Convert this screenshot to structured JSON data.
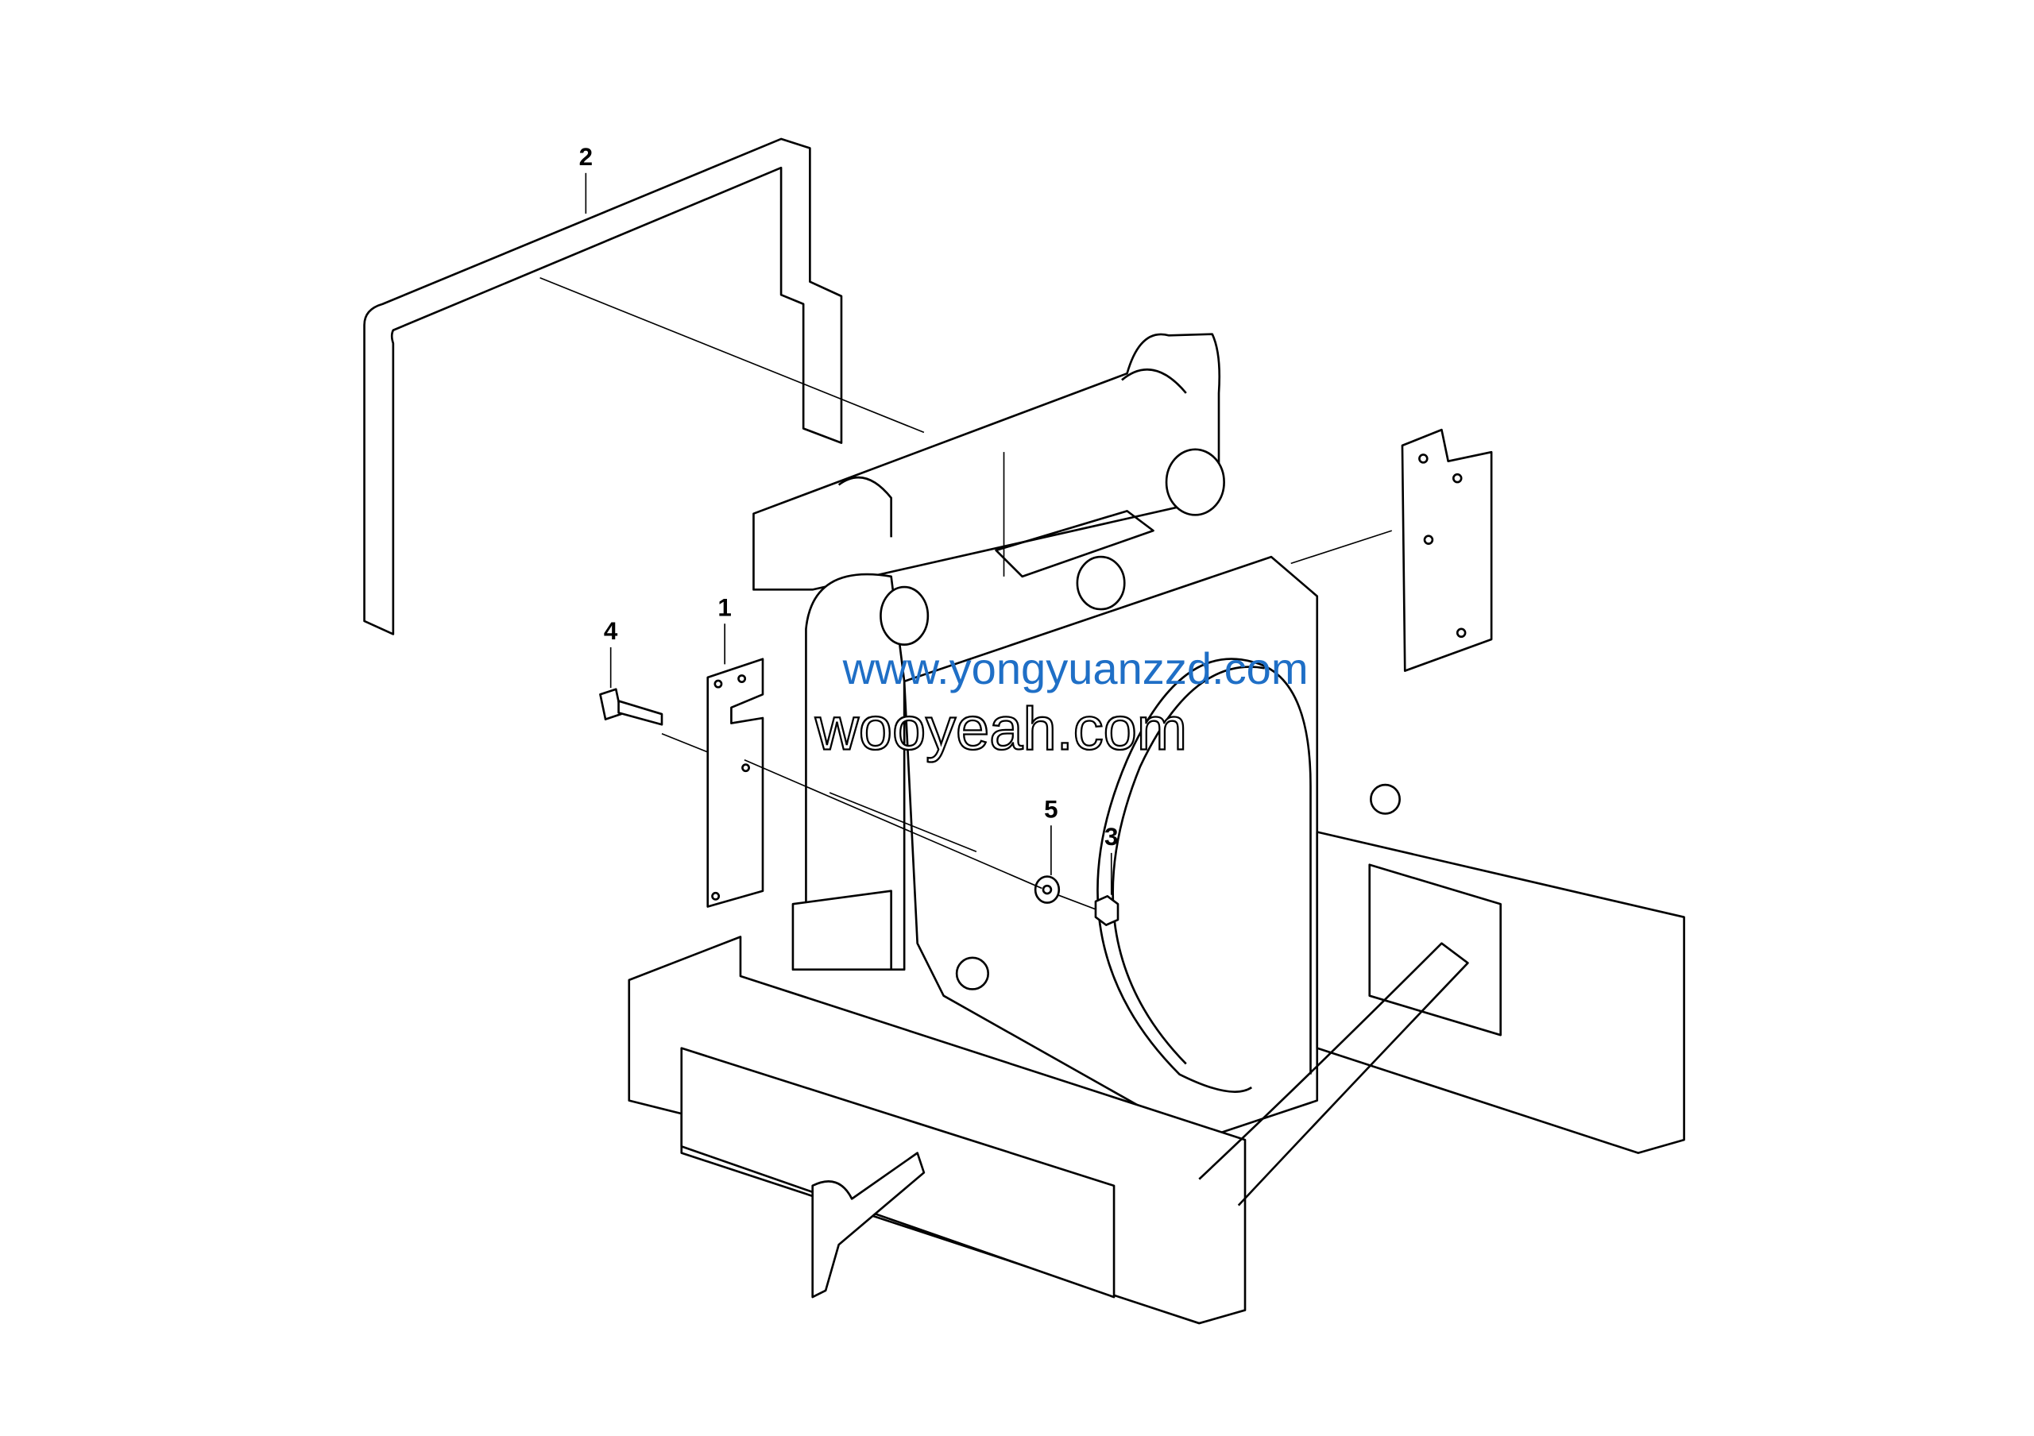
{
  "diagram": {
    "callouts": [
      {
        "label": "1"
      },
      {
        "label": "2"
      },
      {
        "label": "3"
      },
      {
        "label": "4"
      },
      {
        "label": "5"
      }
    ],
    "watermarks": [
      "wooyeah.com",
      "www.yongyuanzzd.com"
    ],
    "colors": {
      "line": "#000000",
      "watermark_blue": "#1f6fc6"
    }
  }
}
